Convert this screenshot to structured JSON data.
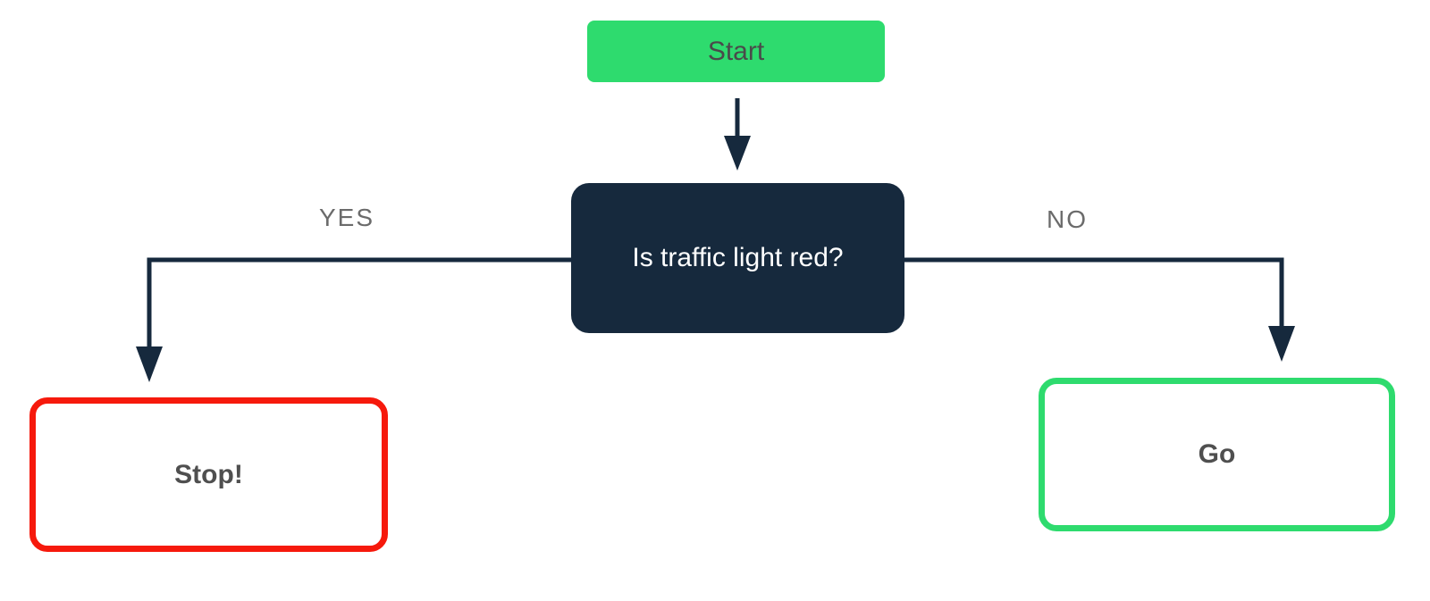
{
  "diagram": {
    "nodes": {
      "start": {
        "label": "Start"
      },
      "decision": {
        "label": "Is traffic light red?"
      },
      "stop": {
        "label": "Stop!"
      },
      "go": {
        "label": "Go"
      }
    },
    "edges": {
      "start_to_decision": {
        "from": "start",
        "to": "decision"
      },
      "yes": {
        "label": "YES",
        "from": "decision",
        "to": "stop"
      },
      "no": {
        "label": "NO",
        "from": "decision",
        "to": "go"
      }
    }
  },
  "colors": {
    "background": "#ffffff",
    "green": "#2edb6e",
    "navy": "#16293d",
    "red": "#f6190c",
    "edge_label_gray": "#6b6b6b",
    "start_text": "#4a4a4a",
    "terminal_text": "#4f4f4f",
    "decision_text": "#ffffff"
  }
}
